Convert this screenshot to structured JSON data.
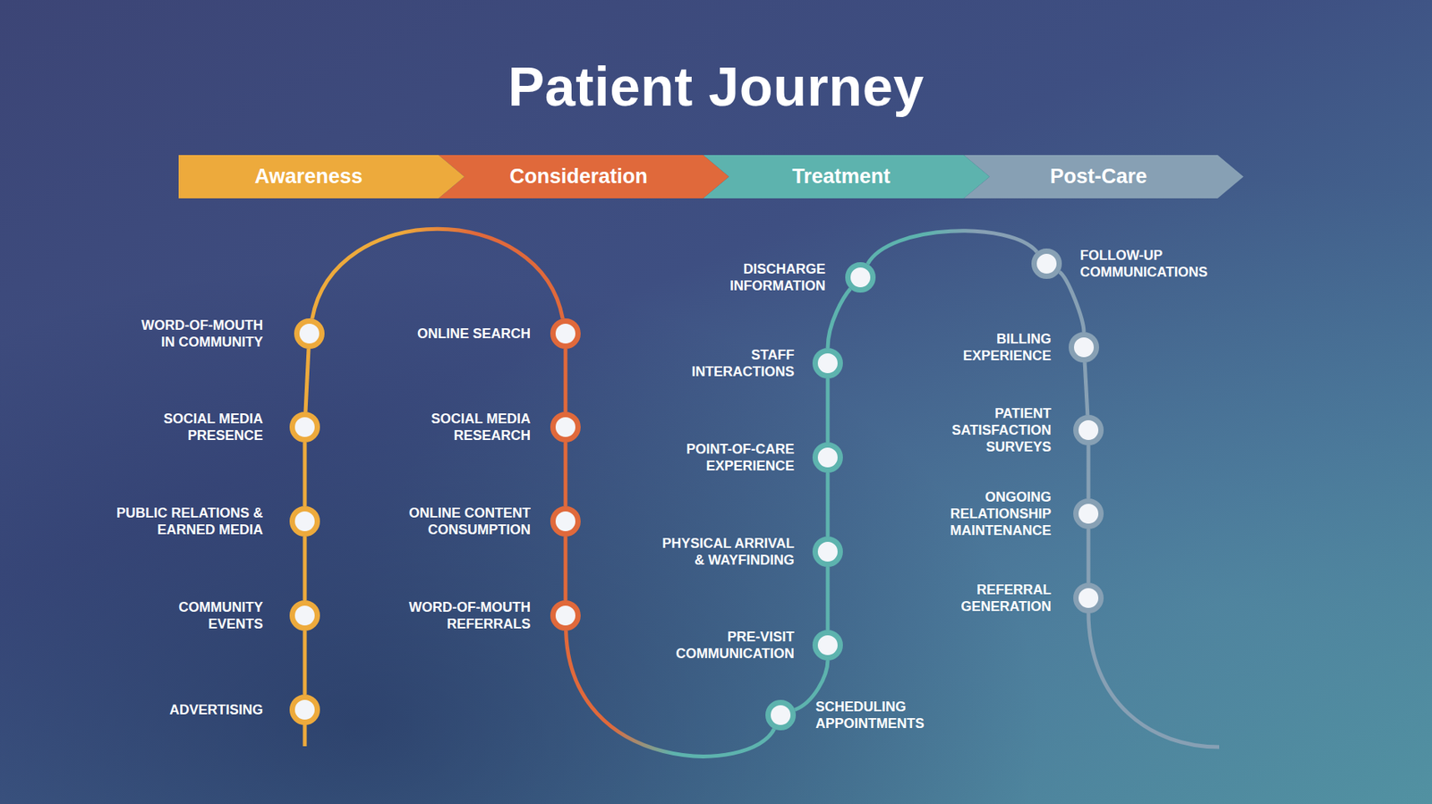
{
  "diagram": {
    "title": "Patient Journey",
    "nodes": [
      {
        "text": [
          "Awareness"
        ]
      },
      {
        "text": [
          "Consideration"
        ]
      },
      {
        "text": [
          "Treatment"
        ]
      },
      {
        "text": [
          "Post-Care"
        ]
      },
      {
        "text": [
          "WORD-OF-MOUTH IN COMMUNITY"
        ]
      },
      {
        "text": [
          "SOCIAL MEDIA PRESENCE"
        ]
      },
      {
        "text": [
          "PUBLIC RELATIONS & EARNED MEDIA"
        ]
      },
      {
        "text": [
          "COMMUNITY EVENTS"
        ]
      },
      {
        "text": [
          "ADVERTISING"
        ]
      },
      {
        "text": [
          "ONLINE SEARCH"
        ]
      },
      {
        "text": [
          "SOCIAL MEDIA RESEARCH"
        ]
      },
      {
        "text": [
          "ONLINE CONTENT CONSUMPTION"
        ]
      },
      {
        "text": [
          "WORD-OF-MOUTH REFERRALS"
        ]
      },
      {
        "text": [
          "DISCHARGE INFORMATION"
        ]
      },
      {
        "text": [
          "STAFF INTERACTIONS"
        ]
      },
      {
        "text": [
          "POINT-OF-CARE EXPERIENCE"
        ]
      },
      {
        "text": [
          "PHYSICAL ARRIVAL & WAYFINDING"
        ]
      },
      {
        "text": [
          "PRE-VISIT COMMUNICATION"
        ]
      },
      {
        "text": [
          "SCHEDULING APPOINTMENTS"
        ]
      },
      {
        "text": [
          "FOLLOW-UP COMMUNICATIONS"
        ]
      },
      {
        "text": [
          "BILLING EXPERIENCE"
        ]
      },
      {
        "text": [
          "PATIENT SATISFACTION SURVEYS"
        ]
      },
      {
        "text": [
          "ONGOING RELATIONSHIP MAINTENANCE"
        ]
      },
      {
        "text": [
          "REFERRAL GENERATION"
        ]
      }
    ],
    "edges": [
      {
        "from": 8,
        "to": 7,
        "arrow": "none"
      },
      {
        "from": 7,
        "to": 6,
        "arrow": "none"
      },
      {
        "from": 6,
        "to": 5,
        "arrow": "none"
      },
      {
        "from": 5,
        "to": 4,
        "arrow": "none"
      },
      {
        "from": 4,
        "to": 9,
        "arrow": "none"
      },
      {
        "from": 9,
        "to": 10,
        "arrow": "none"
      },
      {
        "from": 10,
        "to": 11,
        "arrow": "none"
      },
      {
        "from": 11,
        "to": 12,
        "arrow": "none"
      },
      {
        "from": 12,
        "to": 18,
        "arrow": "none"
      },
      {
        "from": 18,
        "to": 17,
        "arrow": "none"
      },
      {
        "from": 17,
        "to": 16,
        "arrow": "none"
      },
      {
        "from": 16,
        "to": 15,
        "arrow": "none"
      },
      {
        "from": 15,
        "to": 14,
        "arrow": "none"
      },
      {
        "from": 14,
        "to": 13,
        "arrow": "none"
      },
      {
        "from": 13,
        "to": 19,
        "arrow": "none"
      },
      {
        "from": 19,
        "to": 20,
        "arrow": "none"
      },
      {
        "from": 20,
        "to": 21,
        "arrow": "none"
      },
      {
        "from": 21,
        "to": 22,
        "arrow": "none"
      },
      {
        "from": 22,
        "to": 23,
        "arrow": "none"
      }
    ]
  }
}
